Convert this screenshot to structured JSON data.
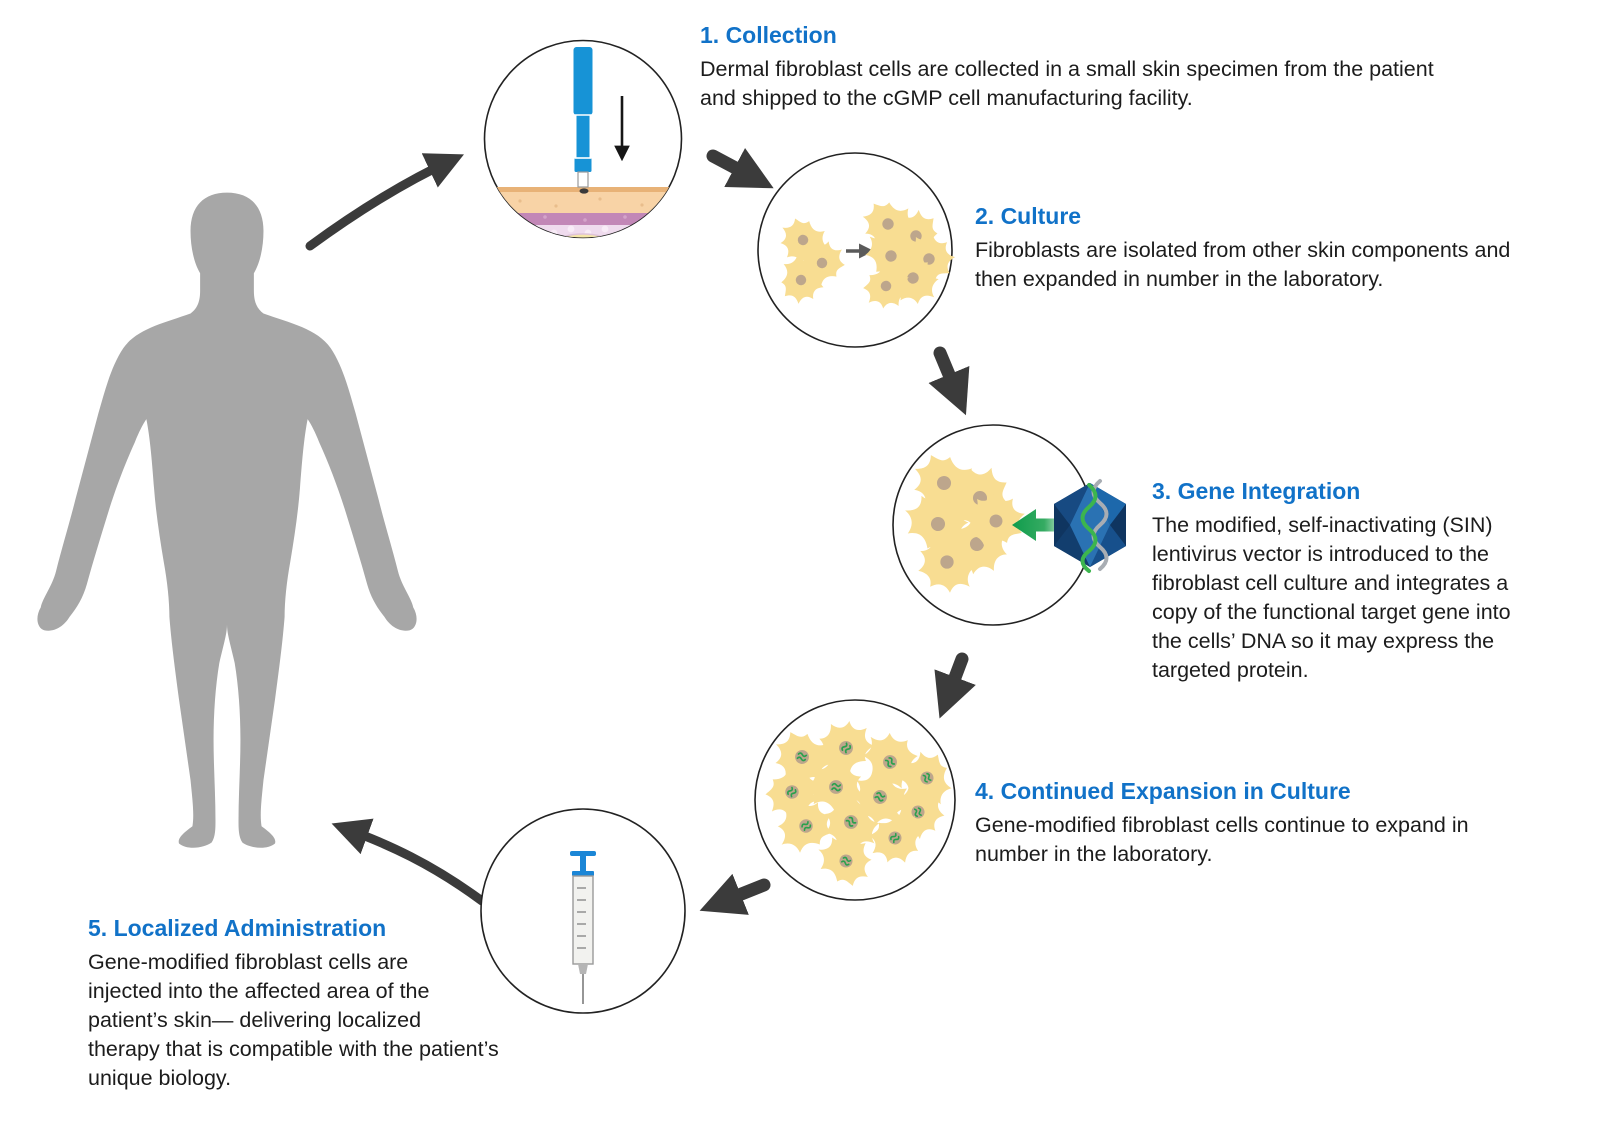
{
  "figure": {
    "type": "process-cycle-diagram",
    "subject": "Gene-modified fibroblast cell therapy manufacturing cycle",
    "colors": {
      "background": "#ffffff",
      "accent_blue_heading": "#1172c8",
      "body_text": "#1c1c1c",
      "cycle_arrow": "#3b3b3b",
      "silhouette_gray": "#a7a7a7",
      "fibroblast_fill": "#f8dd92",
      "fibroblast_nucleus": "#bda68c",
      "gene_mark_green": "#2aa14d",
      "virus_blue_dark": "#0f3560",
      "virus_blue_light": "#2f7dc2",
      "tool_blue": "#1793d6",
      "skin_epidermis": "#f8d3a6",
      "skin_dermis": "#c287b7",
      "skin_subcutis": "#efdbee",
      "skin_fat": "#f5e7a8"
    },
    "icons": [
      {
        "name": "human-body-silhouette",
        "meaning": "patient"
      },
      {
        "name": "punch-biopsy-tool-icon",
        "meaning": "skin specimen collection device"
      },
      {
        "name": "down-arrow-icon",
        "meaning": "biopsy direction"
      },
      {
        "name": "fibroblast-cell",
        "meaning": "dermal fibroblast"
      },
      {
        "name": "expansion-arrow-icon",
        "meaning": "few cells become many"
      },
      {
        "name": "lentivirus-icon",
        "meaning": "SIN lentivirus vector capsid with gene"
      },
      {
        "name": "gene-transfer-arrow-icon",
        "meaning": "vector introduced to cells"
      },
      {
        "name": "gene-modified-fibroblast-cell",
        "meaning": "fibroblast with integrated gene"
      },
      {
        "name": "syringe-icon",
        "meaning": "localized injection"
      },
      {
        "name": "cycle-arrow",
        "meaning": "flow between steps"
      }
    ]
  },
  "steps": [
    {
      "heading": "1. Collection",
      "description": "Dermal fibroblast cells are collected in a small skin specimen from the patient\nand shipped to the cGMP cell manufacturing facility."
    },
    {
      "heading": "2. Culture",
      "description": "Fibroblasts are isolated from other skin components and\nthen expanded in number in the laboratory."
    },
    {
      "heading": "3. Gene Integration",
      "description": "The modified, self-inactivating (SIN)\nlentivirus vector is introduced to the\nfibroblast cell culture and integrates a\ncopy of the functional target gene into\nthe cells’ DNA so it may express the\ntargeted protein."
    },
    {
      "heading": "4. Continued Expansion in Culture",
      "description": "Gene-modified fibroblast cells continue to expand in\nnumber in the laboratory."
    },
    {
      "heading": "5. Localized Administration",
      "description": "Gene-modified fibroblast cells are\ninjected into the affected area of the\npatient’s skin— delivering localized\ntherapy that is compatible with the patient’s\nunique biology."
    }
  ]
}
